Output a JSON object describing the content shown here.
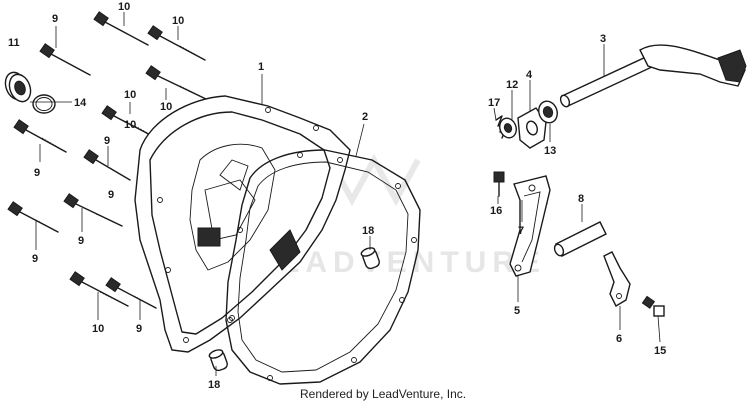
{
  "watermark": "LEADVENTURE",
  "credit": "Rendered by LeadVenture, Inc.",
  "labels": [
    {
      "id": "l10a",
      "text": "10"
    },
    {
      "id": "l10b",
      "text": "10"
    },
    {
      "id": "l9a",
      "text": "9"
    },
    {
      "id": "l11",
      "text": "11"
    },
    {
      "id": "l14",
      "text": "14"
    },
    {
      "id": "l10c",
      "text": "10"
    },
    {
      "id": "l10d",
      "text": "10"
    },
    {
      "id": "l10e",
      "text": "10"
    },
    {
      "id": "l9b",
      "text": "9"
    },
    {
      "id": "l9c",
      "text": "9"
    },
    {
      "id": "l9d",
      "text": "9"
    },
    {
      "id": "l9e",
      "text": "9"
    },
    {
      "id": "l9f",
      "text": "9"
    },
    {
      "id": "l10f",
      "text": "10"
    },
    {
      "id": "l9g",
      "text": "9"
    },
    {
      "id": "l1",
      "text": "1"
    },
    {
      "id": "l2",
      "text": "2"
    },
    {
      "id": "l18a",
      "text": "18"
    },
    {
      "id": "l18b",
      "text": "18"
    },
    {
      "id": "l3",
      "text": "3"
    },
    {
      "id": "l4",
      "text": "4"
    },
    {
      "id": "l12",
      "text": "12"
    },
    {
      "id": "l17",
      "text": "17"
    },
    {
      "id": "l13",
      "text": "13"
    },
    {
      "id": "l16",
      "text": "16"
    },
    {
      "id": "l7",
      "text": "7"
    },
    {
      "id": "l8",
      "text": "8"
    },
    {
      "id": "l5",
      "text": "5"
    },
    {
      "id": "l6",
      "text": "6"
    },
    {
      "id": "l15",
      "text": "15"
    }
  ]
}
